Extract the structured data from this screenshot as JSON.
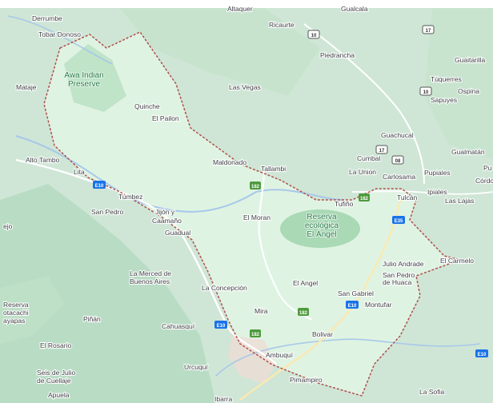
{
  "map": {
    "places": [
      {
        "id": "altaquer",
        "text": "Altaquer"
      },
      {
        "id": "gualcala",
        "text": "Gualcala"
      },
      {
        "id": "derrumbe",
        "text": "Derrumbe"
      },
      {
        "id": "tobar-donoso",
        "text": "Tobar Donoso"
      },
      {
        "id": "ricaurte",
        "text": "Ricaurte"
      },
      {
        "id": "piedrancha",
        "text": "Piedrancha"
      },
      {
        "id": "guaitarilla",
        "text": "Guaitarilla"
      },
      {
        "id": "mataje",
        "text": "Mataje"
      },
      {
        "id": "las-vegas",
        "text": "Las Vegas"
      },
      {
        "id": "tuquerres",
        "text": "Túquerres"
      },
      {
        "id": "ospina",
        "text": "Ospina"
      },
      {
        "id": "sapuyes",
        "text": "Sapuyes"
      },
      {
        "id": "quinche",
        "text": "Quinche"
      },
      {
        "id": "el-pailon",
        "text": "El Pailon"
      },
      {
        "id": "guachucal",
        "text": "Guachucal"
      },
      {
        "id": "alto-tambo",
        "text": "Alto Tambo"
      },
      {
        "id": "cumbal",
        "text": "Cumbal"
      },
      {
        "id": "gualmatan",
        "text": "Gualmatán"
      },
      {
        "id": "maldonado",
        "text": "Maldonado"
      },
      {
        "id": "tallambi",
        "text": "Tallambi"
      },
      {
        "id": "lita",
        "text": "Lita"
      },
      {
        "id": "la-union",
        "text": "La Union"
      },
      {
        "id": "carlosama",
        "text": "Carlosama"
      },
      {
        "id": "pupiales",
        "text": "Pupiales"
      },
      {
        "id": "pu",
        "text": "Pu"
      },
      {
        "id": "cordo",
        "text": "Córdo"
      },
      {
        "id": "ipiales",
        "text": "Ipiales"
      },
      {
        "id": "tufino",
        "text": "Tufiño"
      },
      {
        "id": "tulcan",
        "text": "Tulcán"
      },
      {
        "id": "las-lajas",
        "text": "Las Lajas"
      },
      {
        "id": "tumbez",
        "text": "Tumbez"
      },
      {
        "id": "san-pedro",
        "text": "San Pedro"
      },
      {
        "id": "jijon",
        "text": "Jijón y"
      },
      {
        "id": "caamano",
        "text": "Caamaño"
      },
      {
        "id": "el-moran",
        "text": "El Moran"
      },
      {
        "id": "ejo",
        "text": "ejo"
      },
      {
        "id": "guadual",
        "text": "Guadual"
      },
      {
        "id": "julio-andrade",
        "text": "Julio Andrade"
      },
      {
        "id": "el-carmelo",
        "text": "El Carmelo"
      },
      {
        "id": "la-merced-1",
        "text": "La Merced de"
      },
      {
        "id": "la-merced-2",
        "text": "Buenos Aires"
      },
      {
        "id": "san-pedro-huaca-1",
        "text": "San Pedro"
      },
      {
        "id": "san-pedro-huaca-2",
        "text": "de Huaca"
      },
      {
        "id": "la-concepcion",
        "text": "La Concepción"
      },
      {
        "id": "el-angel",
        "text": "El Angel"
      },
      {
        "id": "san-gabriel",
        "text": "San Gabriel"
      },
      {
        "id": "reserva-1",
        "text": "Reserva"
      },
      {
        "id": "reserva-2",
        "text": "otacachi"
      },
      {
        "id": "reserva-3",
        "text": "ayapas"
      },
      {
        "id": "montufar",
        "text": "Montufar"
      },
      {
        "id": "mira",
        "text": "Mira"
      },
      {
        "id": "pinan",
        "text": "Piñán"
      },
      {
        "id": "cahuasqui",
        "text": "Cahuasquí"
      },
      {
        "id": "bolivar",
        "text": "Bolivar"
      },
      {
        "id": "el-rosario",
        "text": "El Rosario"
      },
      {
        "id": "ambuqui",
        "text": "Ambuquí"
      },
      {
        "id": "urcuqui",
        "text": "Urcuquí"
      },
      {
        "id": "seis-julio-1",
        "text": "Seis de Julio"
      },
      {
        "id": "seis-julio-2",
        "text": "de Cuellaje"
      },
      {
        "id": "pimampiro",
        "text": "Pimampiro"
      },
      {
        "id": "la-sofia",
        "text": "La Sofia"
      },
      {
        "id": "apuela",
        "text": "Apuela"
      },
      {
        "id": "ibarra",
        "text": "Ibarra"
      }
    ],
    "parks": [
      {
        "id": "awa-1",
        "text": "Awa Indian"
      },
      {
        "id": "awa-2",
        "text": "Preserve"
      },
      {
        "id": "el-angel-1",
        "text": "Reserva"
      },
      {
        "id": "el-angel-2",
        "text": "ecológica"
      },
      {
        "id": "el-angel-3",
        "text": "El Ángel"
      }
    ],
    "shields": [
      {
        "id": "s10a",
        "text": "10"
      },
      {
        "id": "s17a",
        "text": "17"
      },
      {
        "id": "s10b",
        "text": "10"
      },
      {
        "id": "s17b",
        "text": "17"
      },
      {
        "id": "s08",
        "text": "08"
      },
      {
        "id": "e10a",
        "text": "E10"
      },
      {
        "id": "e182a",
        "text": "182"
      },
      {
        "id": "e182b",
        "text": "182"
      },
      {
        "id": "e35",
        "text": "E35"
      },
      {
        "id": "e10b",
        "text": "E10"
      },
      {
        "id": "e182c",
        "text": "182"
      },
      {
        "id": "e10c",
        "text": "E10"
      },
      {
        "id": "e182d",
        "text": "182"
      },
      {
        "id": "e10d",
        "text": "E10"
      }
    ]
  }
}
